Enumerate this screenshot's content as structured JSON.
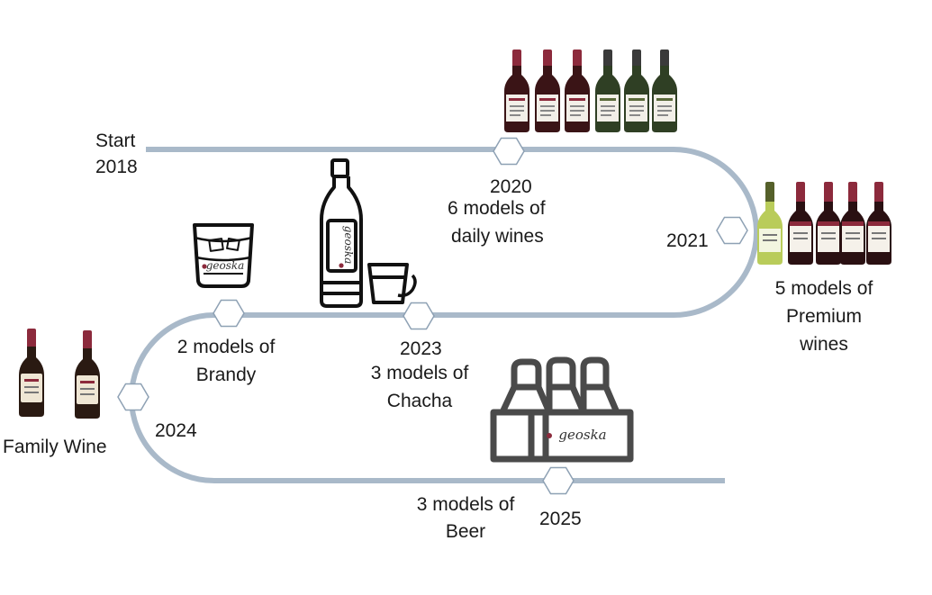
{
  "start": {
    "label": "Start",
    "year": "2018"
  },
  "milestones": {
    "m2020": {
      "year": "2020",
      "line1": "6 models of",
      "line2": "daily wines"
    },
    "m2021": {
      "year": "2021",
      "line1": "5 models of",
      "line2": "Premium",
      "line3": "wines"
    },
    "m2023": {
      "year": "2023",
      "line1": "3 models of",
      "line2": "Chacha"
    },
    "brandy": {
      "line1": "2 models of",
      "line2": "Brandy"
    },
    "m2024": {
      "year": "2024",
      "line1": "Family Wine"
    },
    "m2025": {
      "year": "2025",
      "line1": "3 models of",
      "line2": "Beer"
    }
  },
  "brand": {
    "logo_text": "geoska"
  },
  "colors": {
    "track": "#a9b9c9",
    "node_stroke": "#8ea1b4",
    "red_wine": "#3a1416",
    "white_wine": "#b9cc5a",
    "capsule": "#8c2a3c",
    "icon_line": "#111111",
    "crate": "#4a4a4a"
  }
}
